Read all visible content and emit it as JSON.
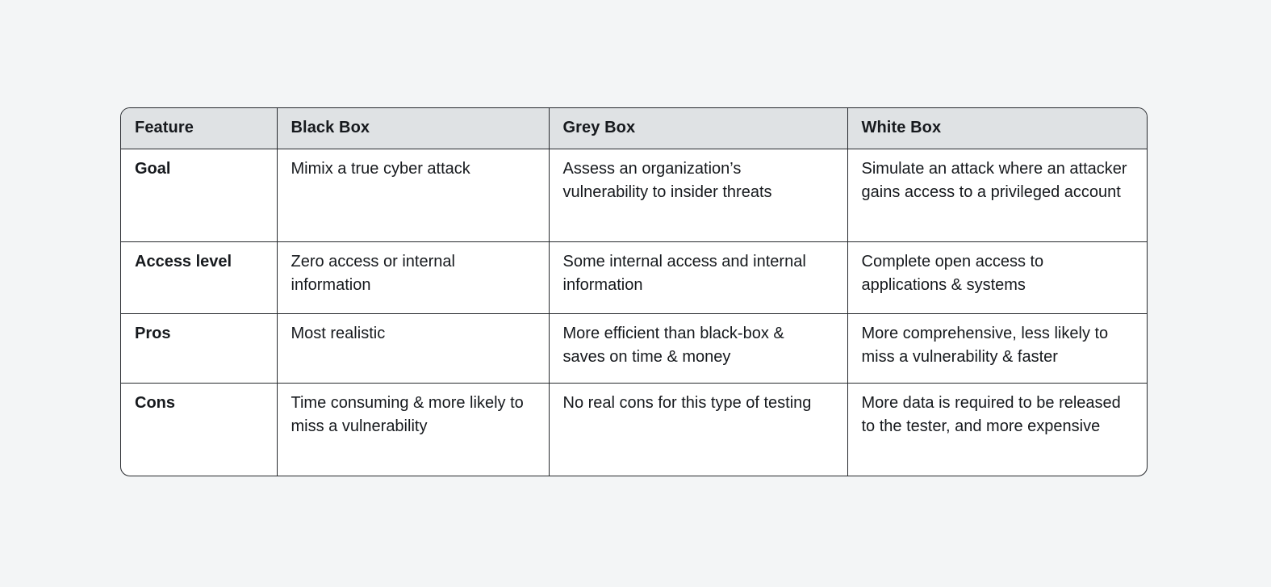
{
  "title": "Penetration testing box comparison table",
  "colors": {
    "page_background": "#f3f5f6",
    "table_background": "#ffffff",
    "header_background": "#dfe2e4",
    "border": "#26292d",
    "text": "#16191d"
  },
  "table": {
    "columns": [
      {
        "label": "Feature"
      },
      {
        "label": "Black Box"
      },
      {
        "label": "Grey Box"
      },
      {
        "label": "White Box"
      }
    ],
    "rows": [
      {
        "feature": "Goal",
        "black_box": "Mimix a true cyber attack",
        "grey_box": "Assess an organization’s vulnerability to insider threats",
        "white_box": "Simulate an attack where an attacker gains access to a privileged account"
      },
      {
        "feature": "Access level",
        "black_box": "Zero access or internal information",
        "grey_box": "Some internal access and internal information",
        "white_box": "Complete open access to applications & systems"
      },
      {
        "feature": "Pros",
        "black_box": "Most realistic",
        "grey_box": "More efficient than black-box & saves on time & money",
        "white_box": "More comprehensive, less likely to miss a vulnerability & faster"
      },
      {
        "feature": "Cons",
        "black_box": "Time consuming & more likely to miss a vulnerability",
        "grey_box": "No real cons for this type of testing",
        "white_box": "More data is required to be released to the tester, and more expensive"
      }
    ]
  },
  "chart_data": {
    "type": "table",
    "title": "Penetration testing: Black Box vs Grey Box vs White Box",
    "columns": [
      "Feature",
      "Black Box",
      "Grey Box",
      "White Box"
    ],
    "rows": [
      [
        "Goal",
        "Mimix a true cyber attack",
        "Assess an organization’s vulnerability to insider threats",
        "Simulate an attack where an attacker gains access to a privileged account"
      ],
      [
        "Access level",
        "Zero access or internal information",
        "Some internal access and internal information",
        "Complete open access to applications & systems"
      ],
      [
        "Pros",
        "Most realistic",
        "More efficient than black-box & saves on time & money",
        "More comprehensive, less likely to miss a vulnerability & faster"
      ],
      [
        "Cons",
        "Time consuming & more likely to miss a vulnerability",
        "No real cons for this type of testing",
        "More data is required to be released to the tester, and more expensive"
      ]
    ]
  }
}
